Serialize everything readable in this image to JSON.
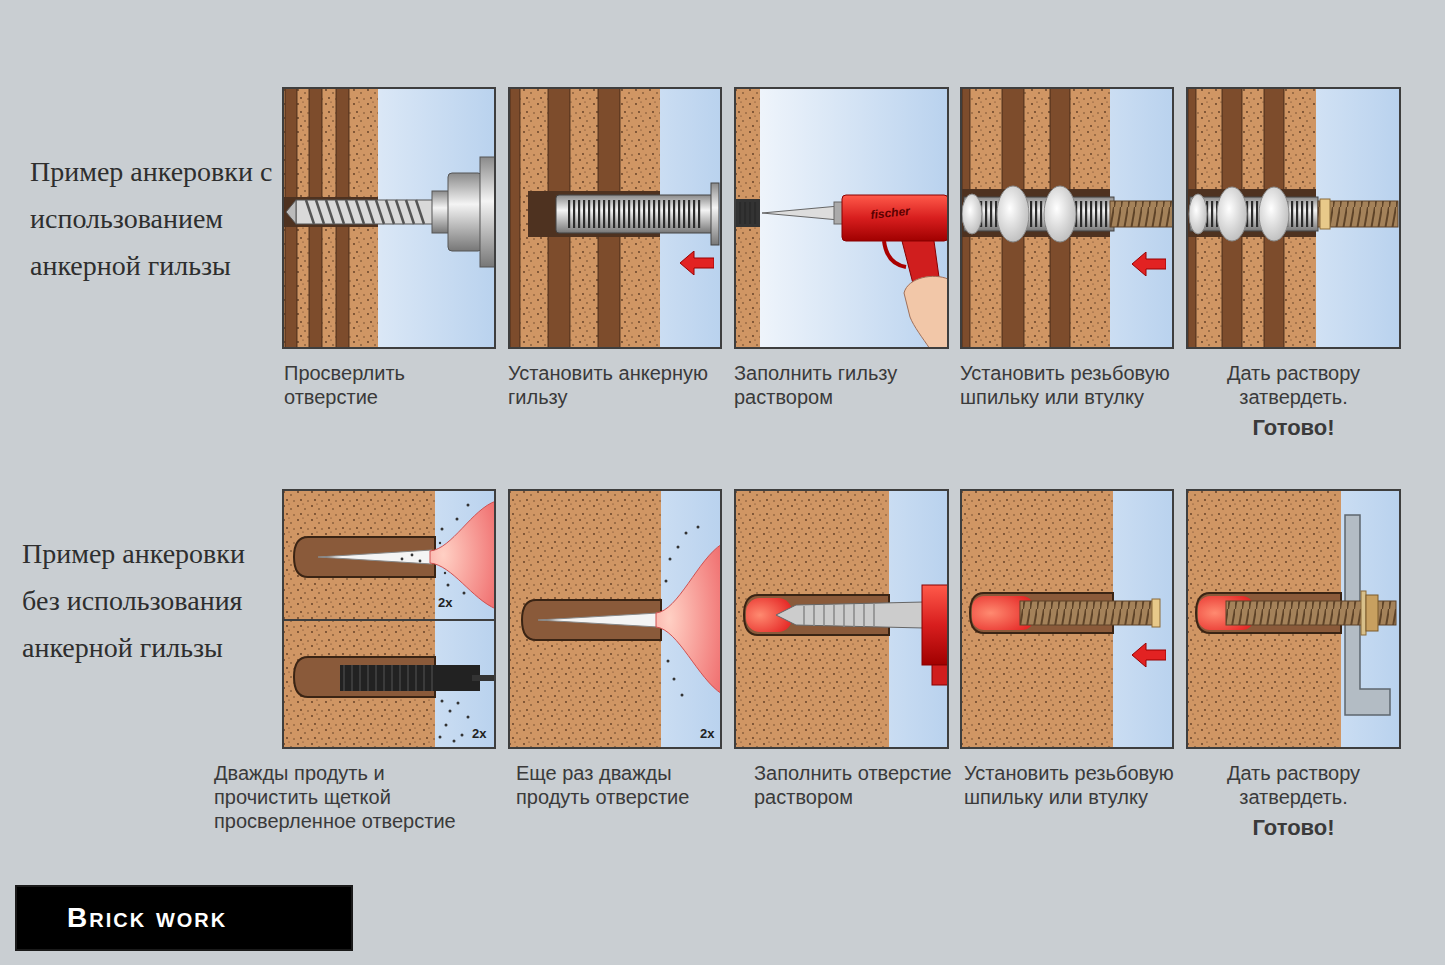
{
  "diagram": {
    "nodes": [
      {
        "text": [
          "Просверлить отверстие"
        ]
      },
      {
        "text": [
          "Установить анкерную гильзу"
        ]
      },
      {
        "text": [
          "Заполнить гильзу раствором"
        ]
      },
      {
        "text": [
          "Установить резьбовую шпильку или втулку"
        ]
      },
      {
        "text": [
          "Дать раствору затвердеть.",
          "Готово!"
        ]
      },
      {
        "text": [
          "Дважды продуть и прочистить щеткой просверленное отверстие"
        ]
      },
      {
        "text": [
          "Еще раз дважды продуть отверстие"
        ]
      },
      {
        "text": [
          "Заполнить отверстие раствором"
        ]
      },
      {
        "text": [
          "Установить резьбовую шпильку или втулку"
        ]
      },
      {
        "text": [
          "Дать раствору затвердеть.",
          "Готово!"
        ]
      },
      {
        "text": [
          "Brick work"
        ]
      }
    ],
    "labels": [
      "Пример анкеровки с использованием анкерной гильзы",
      "Пример анкеровки без использования анкерной гильзы",
      "2x",
      "2x",
      "2x",
      "fischer"
    ]
  }
}
